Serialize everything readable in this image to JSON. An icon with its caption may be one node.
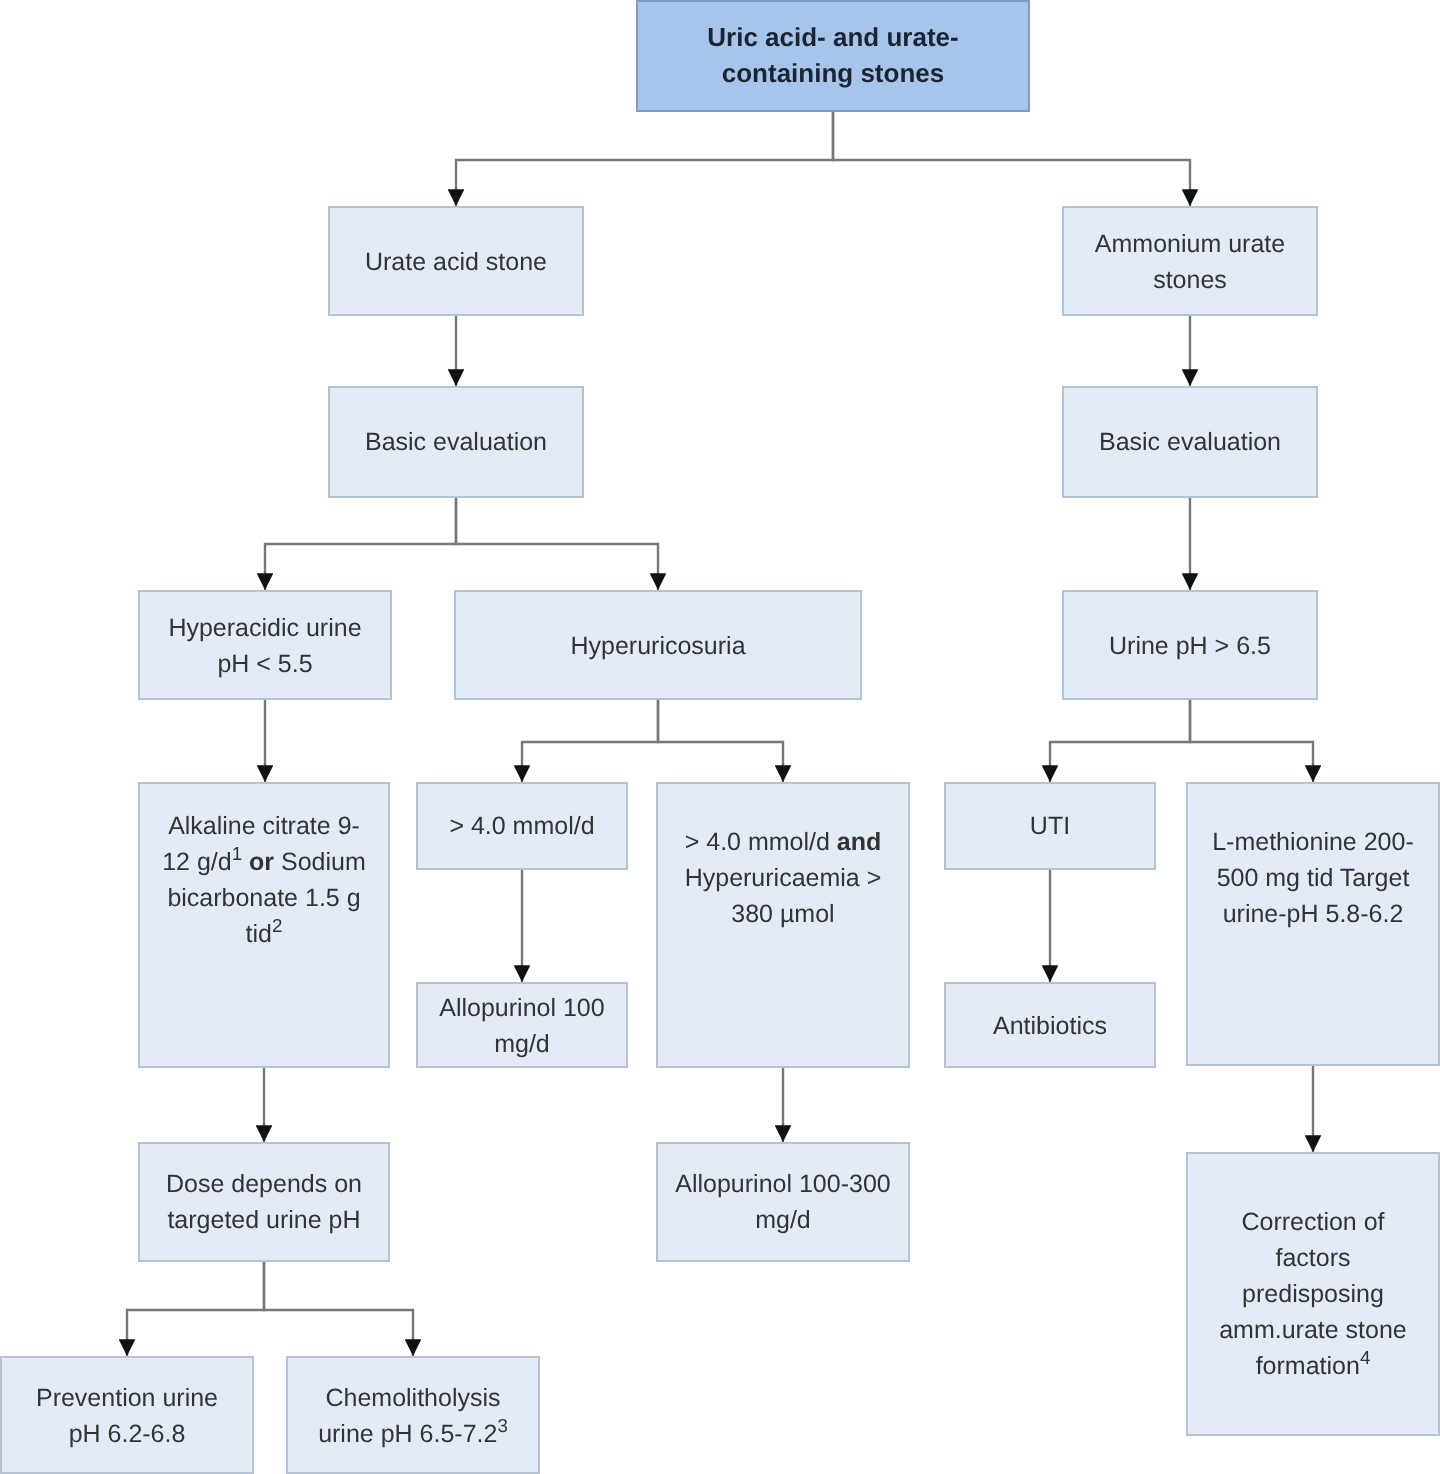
{
  "diagram": {
    "nodes": [
      {
        "text": [
          "Uric acid- and urate-containing stones"
        ]
      },
      {
        "text": [
          "Urate acid stone"
        ]
      },
      {
        "text": [
          "Basic evaluation"
        ]
      },
      {
        "text": [
          "Ammonium urate stones"
        ]
      },
      {
        "text": [
          "Basic evaluation"
        ]
      },
      {
        "text": [
          "Hyperacidic urine pH < 5.5"
        ]
      },
      {
        "text": [
          "Hyperuricosuria"
        ]
      },
      {
        "text": [
          "Urine pH > 6.5"
        ]
      },
      {
        "text": [
          "Alkaline citrate 9-12 g/d$^{1}$ **or** Sodium bicarbonate 1.5 g tid$^{2}$"
        ]
      },
      {
        "text": [
          "> 4.0 mmol/d"
        ]
      },
      {
        "text": [
          "> 4.0 mmol/d **and** Hyperuricaemia > 380 µmol"
        ]
      },
      {
        "text": [
          "UTI"
        ]
      },
      {
        "text": [
          "L-methionine 200-500 mg tid Target urine-pH 5.8-6.2"
        ]
      },
      {
        "text": [
          "Allopurinol 100 mg/d"
        ]
      },
      {
        "text": [
          "Antibiotics"
        ]
      },
      {
        "text": [
          "Dose depends on targeted urine pH"
        ]
      },
      {
        "text": [
          "Allopurinol 100-300 mg/d"
        ]
      },
      {
        "text": [
          "Correction of factors predisposing amm.urate stone formation$^{4}$"
        ]
      },
      {
        "text": [
          "Prevention urine pH 6.2-6.8"
        ]
      },
      {
        "text": [
          "Chemolitholysis urine pH 6.5-7.2$^{3}$"
        ]
      }
    ],
    "edges": [
      {
        "from": 0,
        "to": 1,
        "arrow": "to"
      },
      {
        "from": 0,
        "to": 3,
        "arrow": "to"
      },
      {
        "from": 1,
        "to": 2,
        "arrow": "to"
      },
      {
        "from": 3,
        "to": 4,
        "arrow": "to"
      },
      {
        "from": 2,
        "to": 5,
        "arrow": "to"
      },
      {
        "from": 2,
        "to": 6,
        "arrow": "to"
      },
      {
        "from": 4,
        "to": 7,
        "arrow": "to"
      },
      {
        "from": 5,
        "to": 8,
        "arrow": "to"
      },
      {
        "from": 6,
        "to": 9,
        "arrow": "to"
      },
      {
        "from": 6,
        "to": 10,
        "arrow": "to"
      },
      {
        "from": 7,
        "to": 11,
        "arrow": "to"
      },
      {
        "from": 7,
        "to": 12,
        "arrow": "to"
      },
      {
        "from": 9,
        "to": 13,
        "arrow": "to"
      },
      {
        "from": 11,
        "to": 14,
        "arrow": "to"
      },
      {
        "from": 8,
        "to": 15,
        "arrow": "to"
      },
      {
        "from": 10,
        "to": 16,
        "arrow": "to"
      },
      {
        "from": 12,
        "to": 17,
        "arrow": "to"
      },
      {
        "from": 15,
        "to": 18,
        "arrow": "to"
      },
      {
        "from": 15,
        "to": 19,
        "arrow": "to"
      }
    ]
  }
}
